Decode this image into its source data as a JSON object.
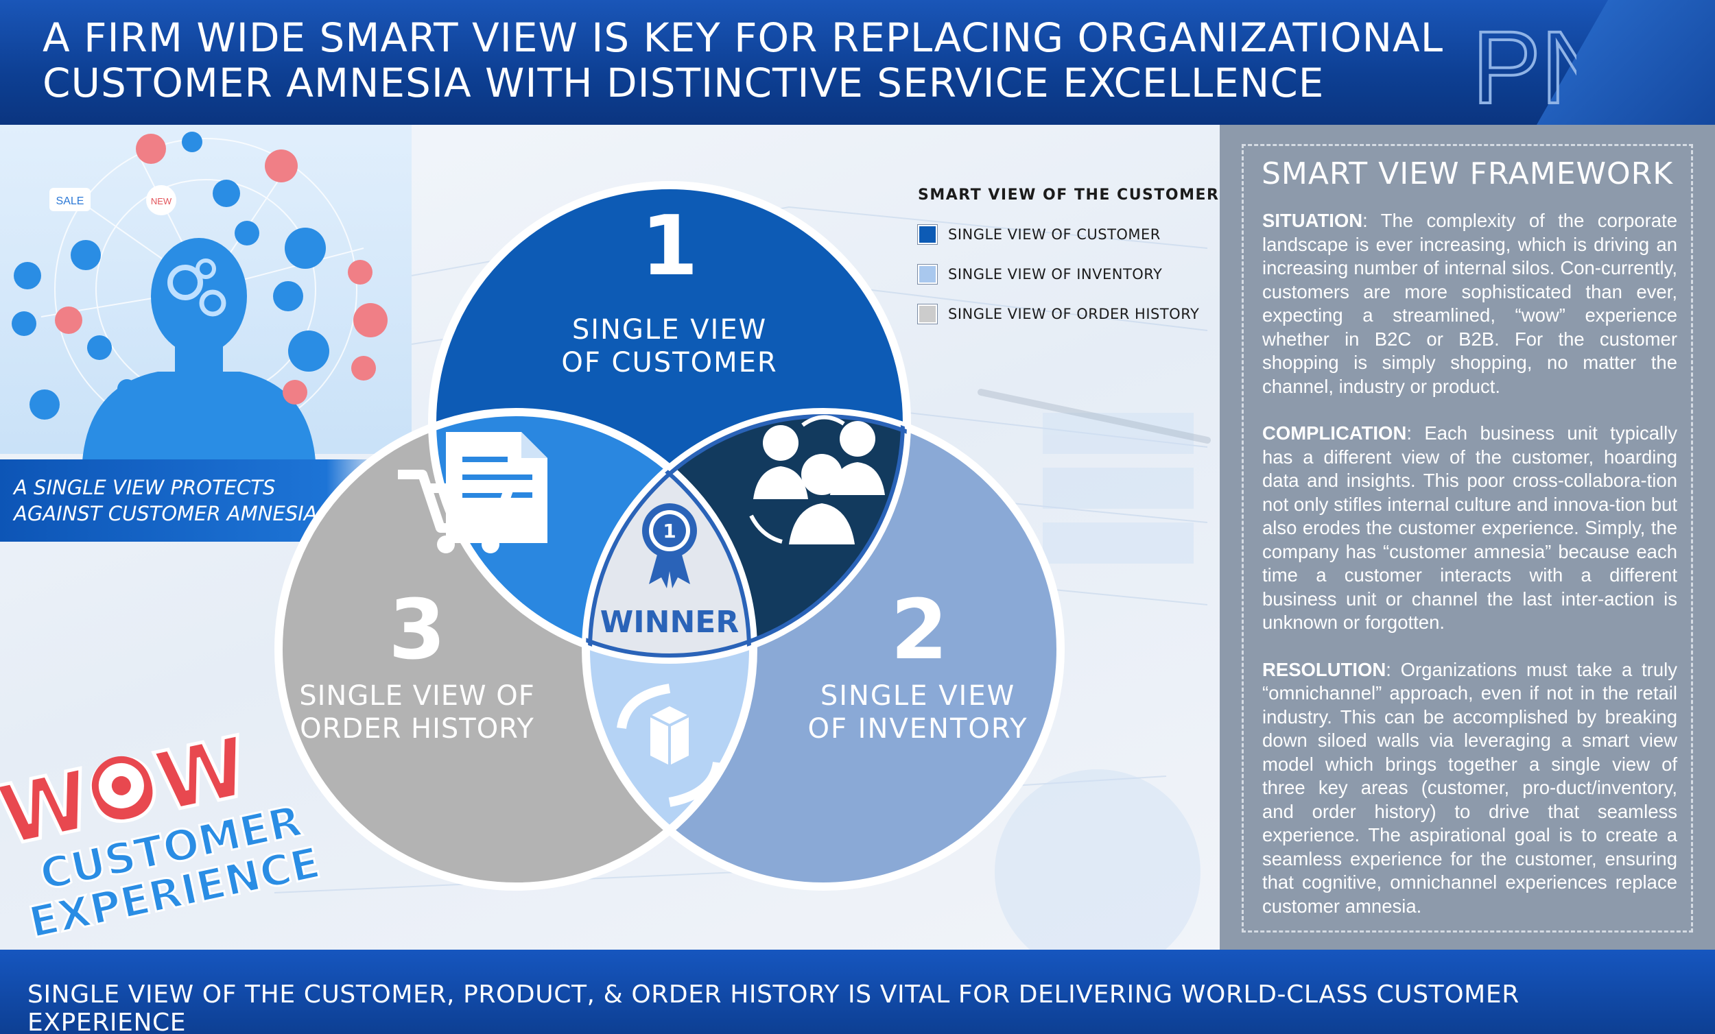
{
  "header": {
    "title_line1": "A FIRM WIDE SMART VIEW IS KEY FOR REPLACING ORGANIZATIONAL",
    "title_line2": "CUSTOMER AMNESIA WITH DISTINCTIVE SERVICE EXCELLENCE",
    "logo_text": "PNi"
  },
  "left_panel": {
    "ribbon_line1": "A SINGLE VIEW PROTECTS",
    "ribbon_line2": "AGAINST CUSTOMER AMNESIA",
    "sale_badge": "SALE",
    "new_badge": "NEW",
    "wow_text": "WOW",
    "customer_text": "CUSTOMER",
    "experience_text": "EXPERIENCE"
  },
  "venn": {
    "circle1": {
      "number": "1",
      "line1": "SINGLE VIEW",
      "line2": "OF CUSTOMER",
      "color": "#0d5bb5"
    },
    "circle2": {
      "number": "2",
      "line1": "SINGLE VIEW",
      "line2": "OF INVENTORY",
      "color": "#8aa9d6"
    },
    "circle3": {
      "number": "3",
      "line1": "SINGLE VIEW OF",
      "line2": "ORDER HISTORY",
      "color": "#b3b3b3"
    },
    "center_label": "WINNER",
    "medal_number": "1",
    "overlap_12_color": "#123a5e",
    "overlap_13_color": "#2a87e0",
    "overlap_23_color": "#b5d3f5",
    "center_color": "#e3e7ee"
  },
  "legend": {
    "title": "SMART VIEW OF THE CUSTOMER",
    "items": [
      {
        "label": "SINGLE VIEW OF CUSTOMER",
        "color": "#0d5bb5"
      },
      {
        "label": "SINGLE VIEW OF INVENTORY",
        "color": "#a9c8ee"
      },
      {
        "label": "SINGLE VIEW OF ORDER HISTORY",
        "color": "#cccccc"
      }
    ]
  },
  "framework": {
    "title": "SMART VIEW FRAMEWORK",
    "situation_label": "SITUATION",
    "situation_text": ": The complexity of the corporate landscape is ever increasing, which is driving an increasing number of internal silos. Con-currently, customers are more sophisticated than ever, expecting a streamlined, “wow” experience whether in B2C or B2B. For the customer shopping is simply shopping, no matter the channel, industry or product.",
    "complication_label": "COMPLICATION",
    "complication_text": ": Each business unit typically has a different view of the customer, hoarding data and insights. This poor cross-collabora-tion not only stifles internal culture and innova-tion but also erodes the customer experience. Simply, the company has “customer amnesia” because each time a customer interacts with a different business unit or channel the last inter-action is unknown or forgotten.",
    "resolution_label": "RESOLUTION",
    "resolution_text": ": Organizations must take a truly “omnichannel” approach, even if not in the retail industry. This can be accomplished by breaking down siloed walls via leveraging a smart view model which brings together a single view of three key areas (customer, pro-duct/inventory, and order history) to drive that seamless experience. The aspirational goal is to create a seamless experience for the customer, ensuring that cognitive, omnichannel experiences replace customer amnesia."
  },
  "footer": {
    "text": "SINGLE VIEW OF THE CUSTOMER, PRODUCT, & ORDER HISTORY IS VITAL FOR DELIVERING WORLD-CLASS CUSTOMER EXPERIENCE"
  }
}
